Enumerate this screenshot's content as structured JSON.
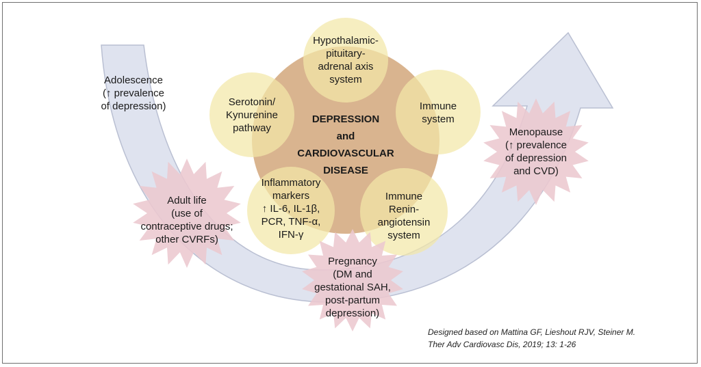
{
  "center": {
    "title": "DEPRESSION\nand\nCARDIOVASCULAR\nDISEASE"
  },
  "mechanisms": {
    "hpa": "Hypothalamic-\npituitary-\nadrenal axis\nsystem",
    "serotonin": "Serotonin/\nKynurenine\npathway",
    "immune": "Immune\nsystem",
    "inflammatory": "Inflammatory\nmarkers\n↑ IL-6, IL-1β,\nPCR, TNF-α,\nIFN-γ",
    "renin": "Immune\nRenin-\nangiotensin\nsystem"
  },
  "life_stages": {
    "adolescence": "Adolescence\n(↑ prevalence\nof depression)",
    "adult_life": "Adult life\n(use of\ncontraceptive drugs;\nother CVRFs)",
    "pregnancy": "Pregnancy\n(DM and\ngestational SAH,\npost-partum\ndepression)",
    "menopause": "Menopause\n(↑ prevalence\nof depression\nand CVD)"
  },
  "citation": "Designed based on Mattina GF, Lieshout RJV, Steiner M.\nTher Adv Cardiovasc Dis, 2019; 13: 1-26",
  "colors": {
    "arrow_fill": "#dfe3ef",
    "arrow_stroke": "#b9bfd2",
    "center_circle": "#d6ae86",
    "satellite_circle": "#f3e7a8",
    "starburst": "#ecc8cf"
  }
}
